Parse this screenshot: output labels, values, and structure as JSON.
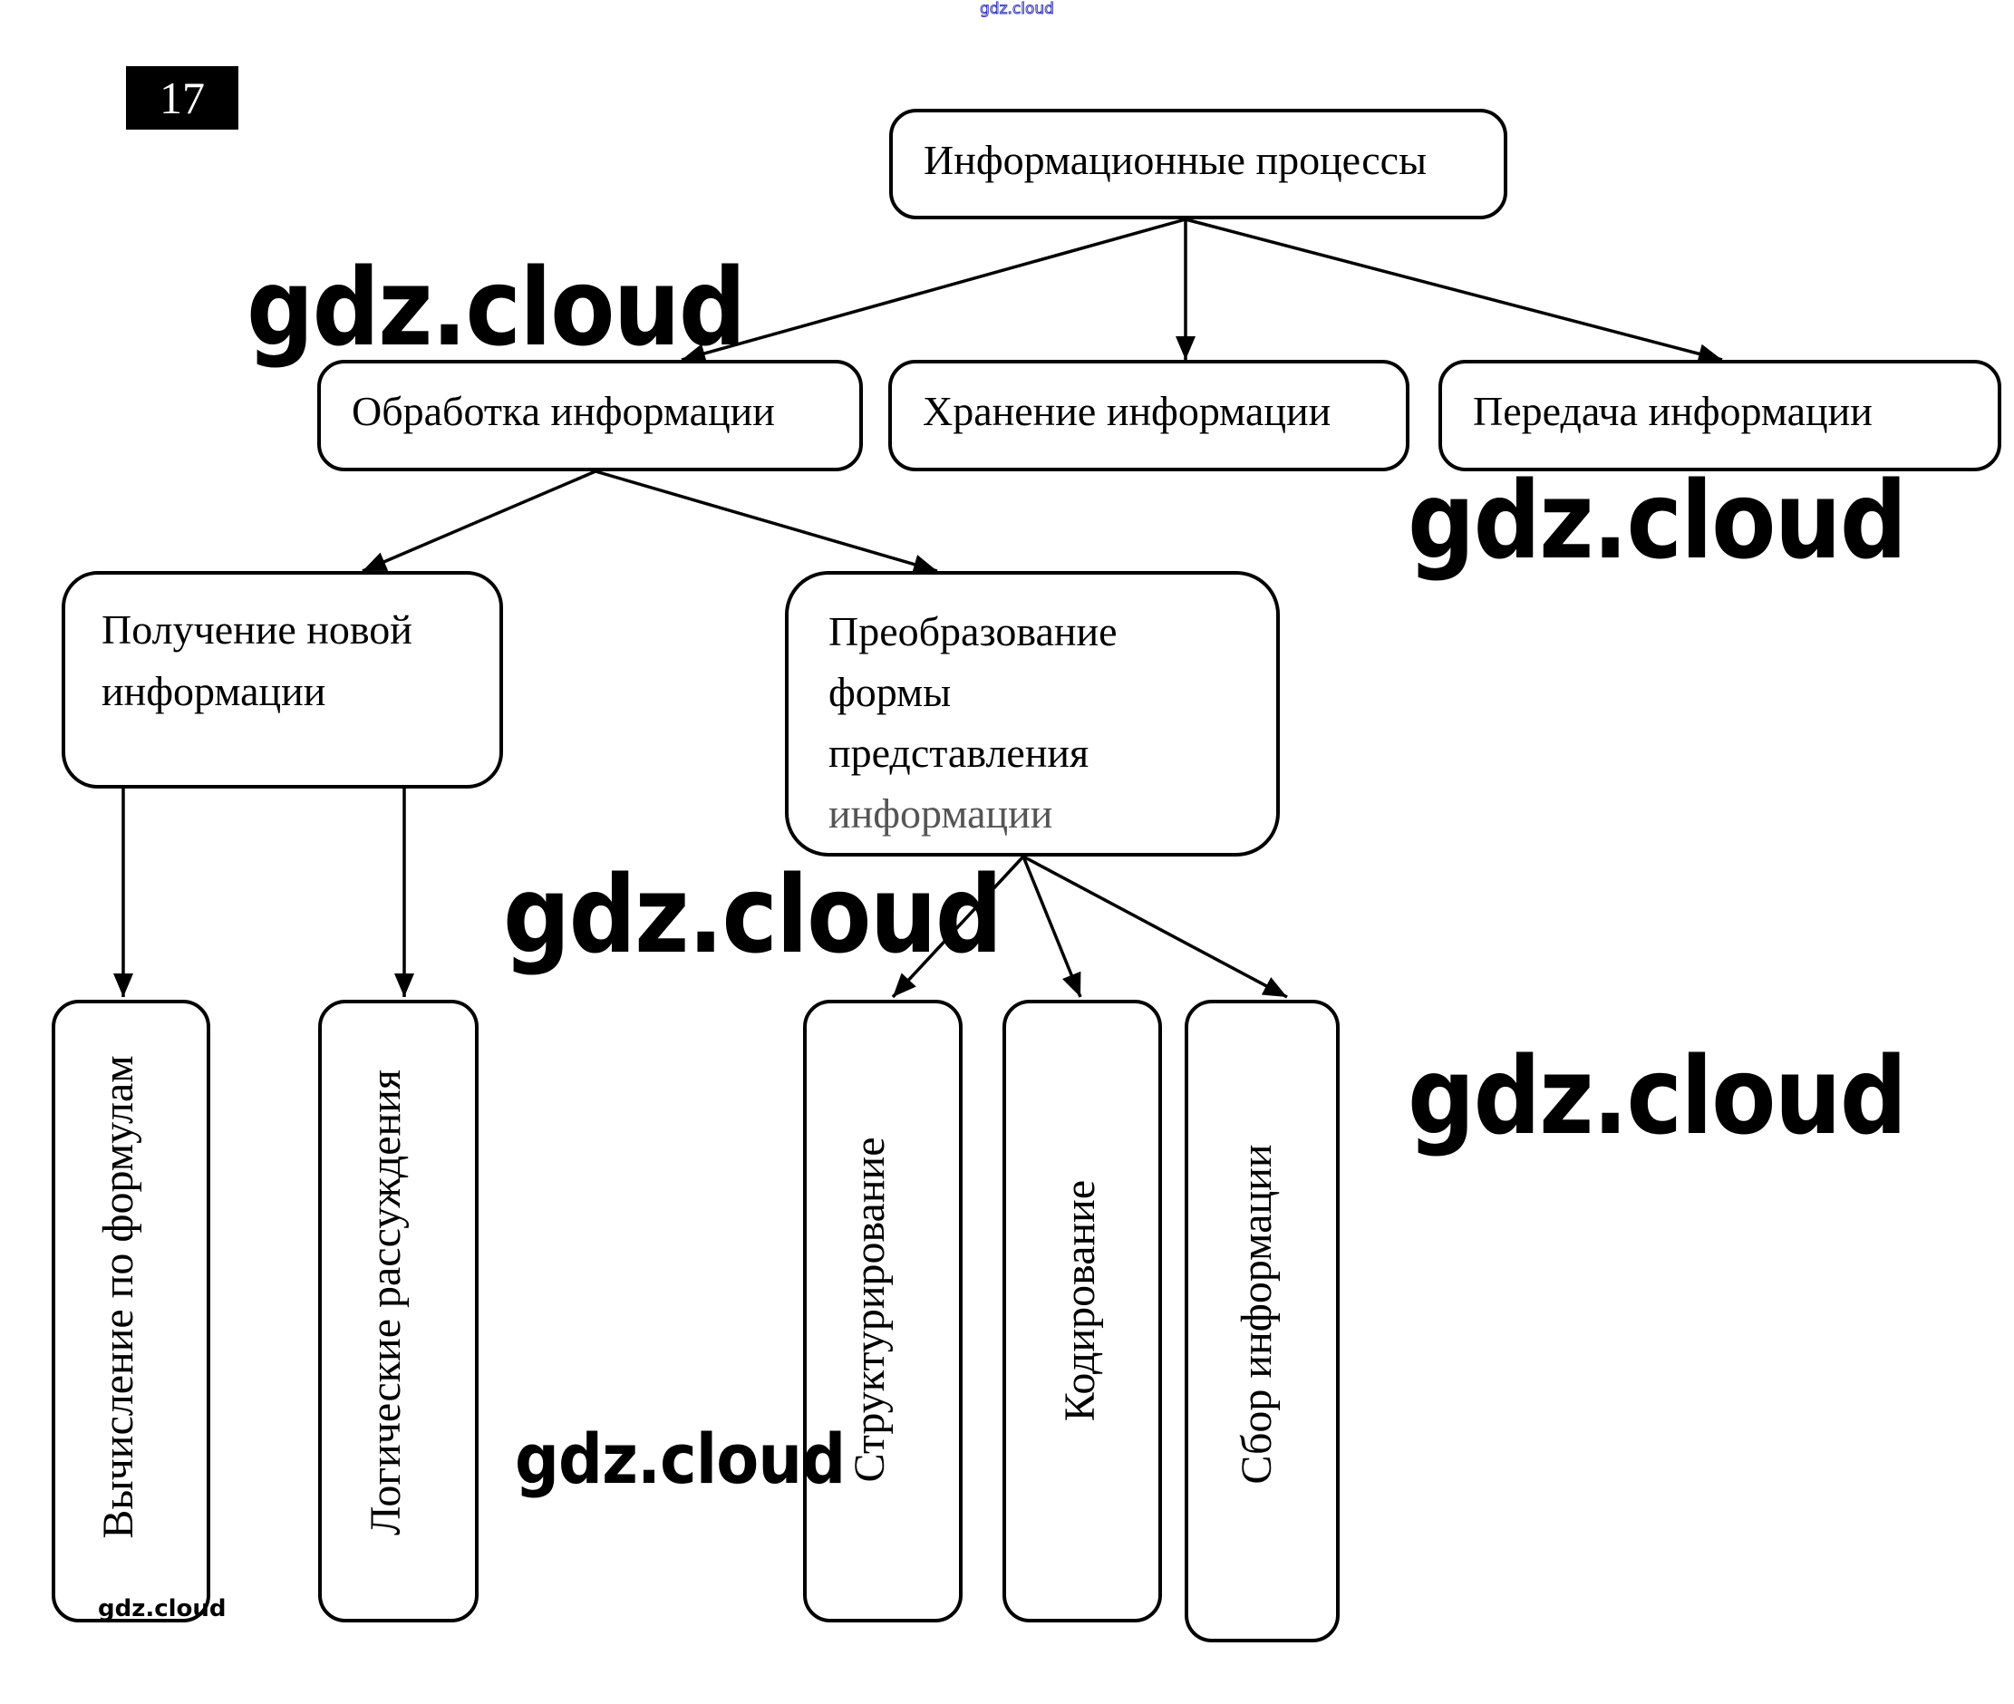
{
  "task_number": "17",
  "diagram": {
    "root": {
      "label": "Информационные процессы"
    },
    "level1": [
      {
        "id": "processing",
        "label": "Обработка информации"
      },
      {
        "id": "storage",
        "label": "Хранение информации"
      },
      {
        "id": "transmission",
        "label": "Передача информации"
      }
    ],
    "level2": [
      {
        "id": "new-info",
        "parent": "processing",
        "lines": [
          "Получение новой",
          "информации"
        ]
      },
      {
        "id": "transform",
        "parent": "processing",
        "lines": [
          "Преобразование",
          "формы",
          "представления",
          "информации"
        ]
      }
    ],
    "level3": [
      {
        "id": "formulas",
        "parent": "new-info",
        "label": "Вычисление по формулам"
      },
      {
        "id": "logic",
        "parent": "new-info",
        "label": "Логические рассуждения"
      },
      {
        "id": "structuring",
        "parent": "transform",
        "label": "Структурирование"
      },
      {
        "id": "coding",
        "parent": "transform",
        "label": "Кодирование"
      },
      {
        "id": "collecting",
        "parent": "transform",
        "label": "Сбор информации"
      }
    ]
  },
  "watermarks": {
    "top": "gdz.cloud",
    "wm1": "gdz.cloud",
    "wm2": "gdz.cloud",
    "wm3": "gdz.cloud",
    "wm4": "gdz.cloud",
    "wm5": "gdz.cloud",
    "wm6": "gdz.cloud"
  },
  "colors": {
    "stroke": "#000000",
    "watermark_top": "#3b3bbf"
  }
}
